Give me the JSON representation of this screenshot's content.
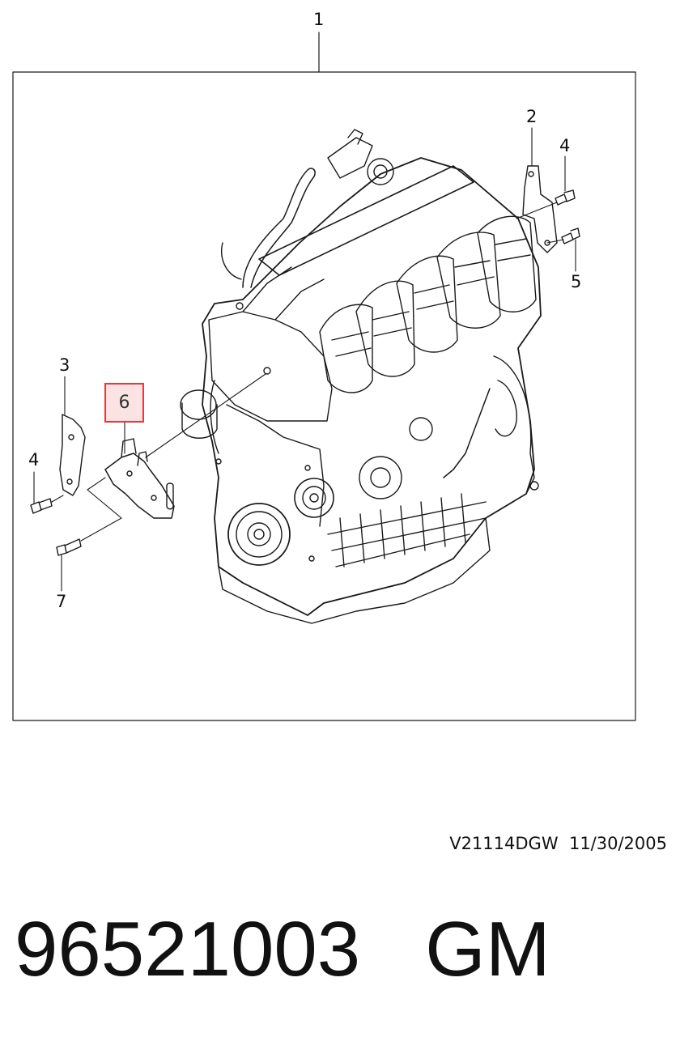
{
  "callouts": {
    "c1": "1",
    "c2": "2",
    "c3": "3",
    "c4a": "4",
    "c4b": "4",
    "c5": "5",
    "c6": "6",
    "c7": "7"
  },
  "footer": {
    "ref_code": "V21114DGW",
    "date": "11/30/2005"
  },
  "part": {
    "number": "96521003",
    "brand": "GM"
  },
  "colors": {
    "line": "#1a1a1a",
    "highlight_border": "#e23b3b",
    "highlight_fill": "#fbe3e3"
  }
}
